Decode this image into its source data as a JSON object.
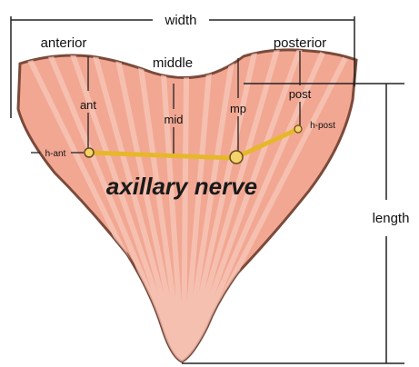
{
  "labels": {
    "width": "width",
    "anterior": "anterior",
    "middle": "middle",
    "posterior": "posterior",
    "ant": "ant",
    "mid": "mid",
    "mp": "mp",
    "post": "post",
    "h_ant": "h-ant",
    "h_post": "h-post",
    "nerve": "axillary nerve",
    "length": "length"
  },
  "colors": {
    "muscle_fill": "#f2a792",
    "muscle_outline": "#7a4a3a",
    "fiber": "#f7c9bb",
    "nerve": "#e6b829",
    "line": "#222222"
  }
}
